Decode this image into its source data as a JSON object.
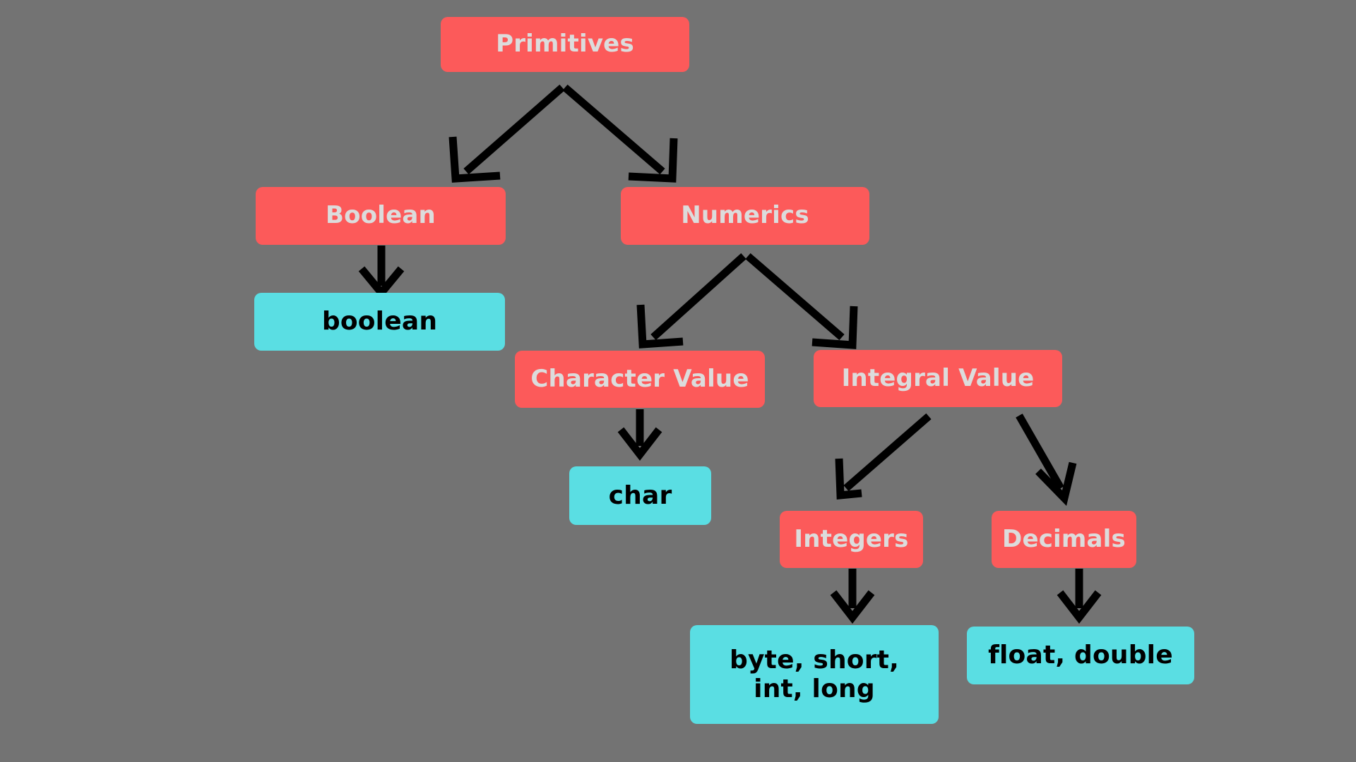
{
  "diagram": {
    "title_node": "Primitives",
    "background_color": "#737373",
    "category_color": "#FC5A5A",
    "category_text_color": "#DCDCDC",
    "leaf_color": "#5ADEE3",
    "leaf_text_color": "#000000",
    "edge_color": "#000000",
    "nodes": [
      {
        "id": "primitives",
        "label": "Primitives",
        "kind": "category"
      },
      {
        "id": "boolean_cat",
        "label": "Boolean",
        "kind": "category"
      },
      {
        "id": "numerics",
        "label": "Numerics",
        "kind": "category"
      },
      {
        "id": "boolean_leaf",
        "label": "boolean",
        "kind": "leaf"
      },
      {
        "id": "character_value",
        "label": "Character Value",
        "kind": "category"
      },
      {
        "id": "integral_value",
        "label": "Integral Value",
        "kind": "category"
      },
      {
        "id": "char_leaf",
        "label": "char",
        "kind": "leaf"
      },
      {
        "id": "integers",
        "label": "Integers",
        "kind": "category"
      },
      {
        "id": "decimals",
        "label": "Decimals",
        "kind": "category"
      },
      {
        "id": "integers_leaf",
        "label": "byte, short, int, long",
        "kind": "leaf"
      },
      {
        "id": "decimals_leaf",
        "label": "float, double",
        "kind": "leaf"
      }
    ],
    "edges": [
      {
        "from": "primitives",
        "to": "boolean_cat"
      },
      {
        "from": "primitives",
        "to": "numerics"
      },
      {
        "from": "boolean_cat",
        "to": "boolean_leaf"
      },
      {
        "from": "numerics",
        "to": "character_value"
      },
      {
        "from": "numerics",
        "to": "integral_value"
      },
      {
        "from": "character_value",
        "to": "char_leaf"
      },
      {
        "from": "integral_value",
        "to": "integers"
      },
      {
        "from": "integral_value",
        "to": "decimals"
      },
      {
        "from": "integers",
        "to": "integers_leaf"
      },
      {
        "from": "decimals",
        "to": "decimals_leaf"
      }
    ]
  }
}
